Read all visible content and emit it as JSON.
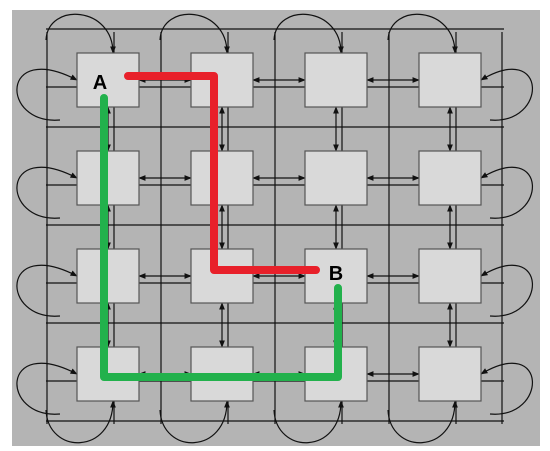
{
  "diagram": {
    "title": "",
    "type": "2D torus mesh",
    "grid": {
      "rows": 4,
      "cols": 4
    },
    "colors": {
      "background": "#b4b4b4",
      "node_fill": "#d9d9d9",
      "node_stroke": "#555555",
      "wire": "#111111",
      "path_red": "#e8202a",
      "path_green": "#22b14c"
    },
    "labels": [
      {
        "text": "A",
        "row": 0,
        "col": 0
      },
      {
        "text": "B",
        "row": 2,
        "col": 2
      }
    ],
    "paths": [
      {
        "name": "red-route",
        "color_key": "path_red",
        "cells": [
          [
            0,
            0
          ],
          [
            0,
            1
          ],
          [
            2,
            1
          ],
          [
            2,
            2
          ]
        ]
      },
      {
        "name": "green-route",
        "color_key": "path_green",
        "cells": [
          [
            0,
            0
          ],
          [
            3,
            0
          ],
          [
            3,
            2
          ],
          [
            2,
            2
          ]
        ]
      }
    ]
  }
}
